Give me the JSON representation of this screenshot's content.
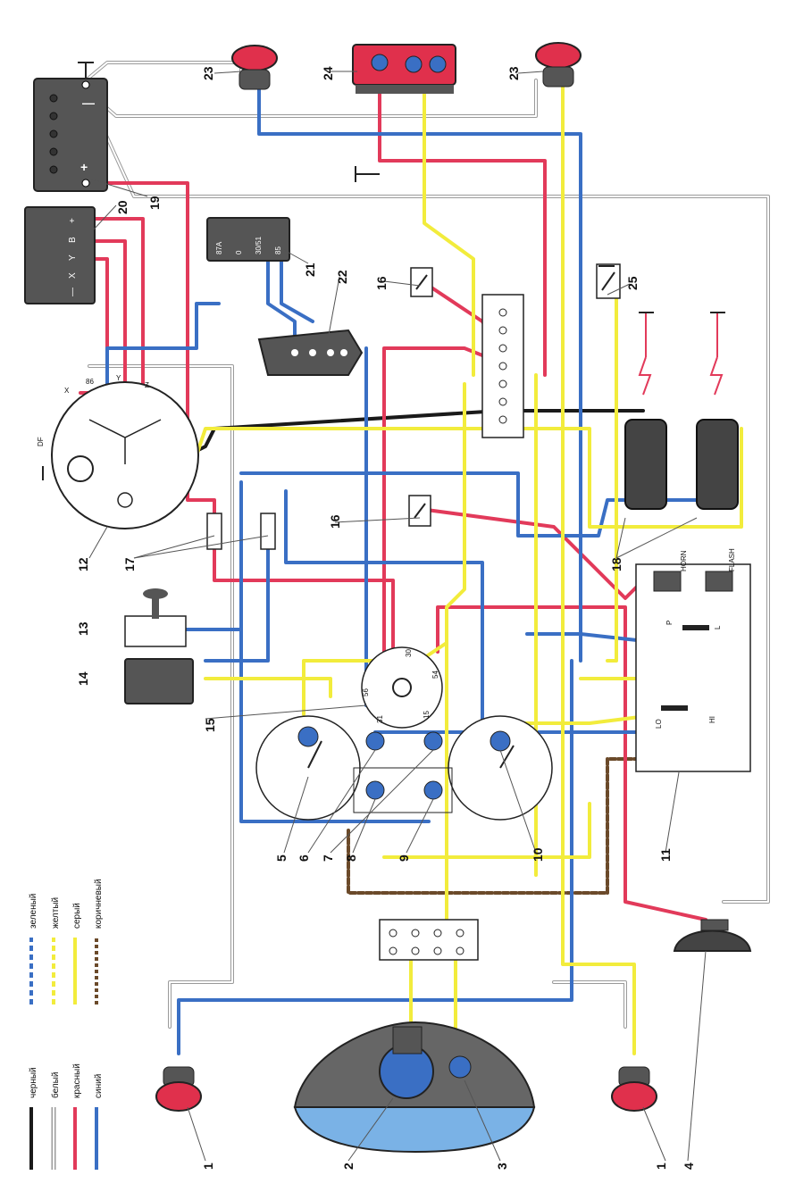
{
  "labels": {
    "n1": "1",
    "n2": "2",
    "n3": "3",
    "n4": "4",
    "n5": "5",
    "n6": "6",
    "n7": "7",
    "n8": "8",
    "n9": "9",
    "n10": "10",
    "n11": "11",
    "n12": "12",
    "n13": "13",
    "n14": "14",
    "n15": "15",
    "n16": "16",
    "n17": "17",
    "n18": "18",
    "n19": "19",
    "n20": "20",
    "n21": "21",
    "n22": "22",
    "n23": "23",
    "n24": "24",
    "n25": "25"
  },
  "legend": {
    "black": "черный",
    "white": "белый",
    "red": "красный",
    "blue": "синий",
    "green": "зеленый",
    "yellow": "желтый",
    "grey": "серый",
    "brown": "коричневый"
  },
  "terminals": {
    "gen_x": "X",
    "gen_86": "86",
    "gen_y": "Y",
    "gen_z": "Z",
    "gen_df": "DF",
    "reg_plus": "+",
    "reg_b": "B",
    "reg_y": "Y",
    "reg_x": "X",
    "reg_minus": "—",
    "relay_87a": "87A",
    "relay_0": "0",
    "relay_30": "30/51",
    "relay_85": "85",
    "horn": "HORN",
    "flash": "FLASH",
    "p": "P",
    "l": "L",
    "lo": "LO",
    "hi": "HI",
    "sw_30": "30",
    "sw_54": "54",
    "sw_56": "56",
    "sw_15": "15",
    "sw_31": "31"
  },
  "colors": {
    "black": "#1a1a1a",
    "red": "#e23a5a",
    "blue": "#3a6fc4",
    "yellow": "#f2ec3c",
    "grey": "#9a9a9a",
    "white": "#ffffff"
  }
}
